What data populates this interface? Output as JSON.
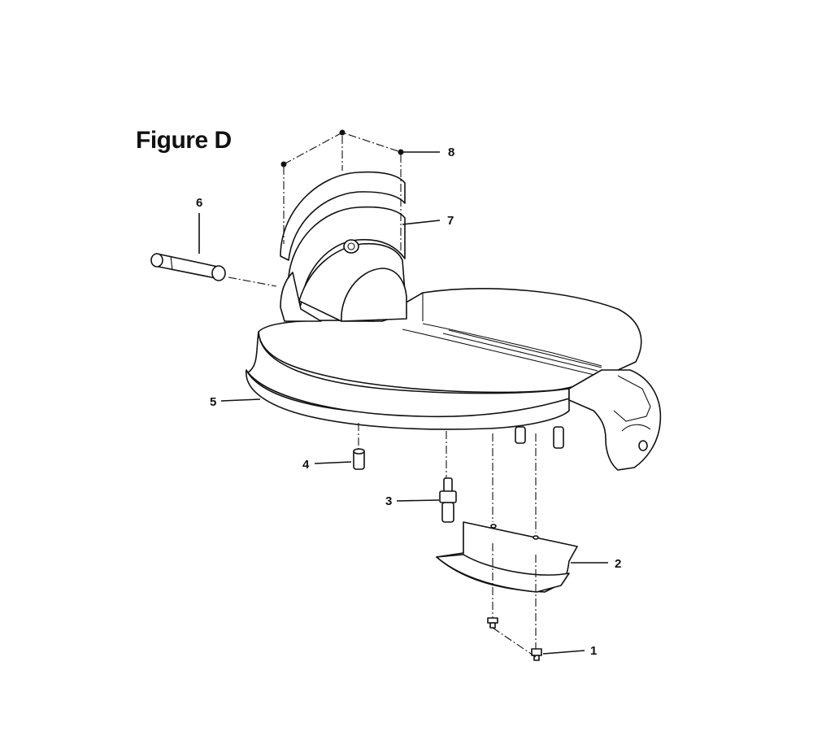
{
  "figure_title": "Figure D",
  "callouts": [
    {
      "id": "1",
      "label": "1"
    },
    {
      "id": "2",
      "label": "2"
    },
    {
      "id": "3",
      "label": "3"
    },
    {
      "id": "4",
      "label": "4"
    },
    {
      "id": "5",
      "label": "5"
    },
    {
      "id": "6",
      "label": "6"
    },
    {
      "id": "7",
      "label": "7"
    },
    {
      "id": "8",
      "label": "8"
    }
  ]
}
